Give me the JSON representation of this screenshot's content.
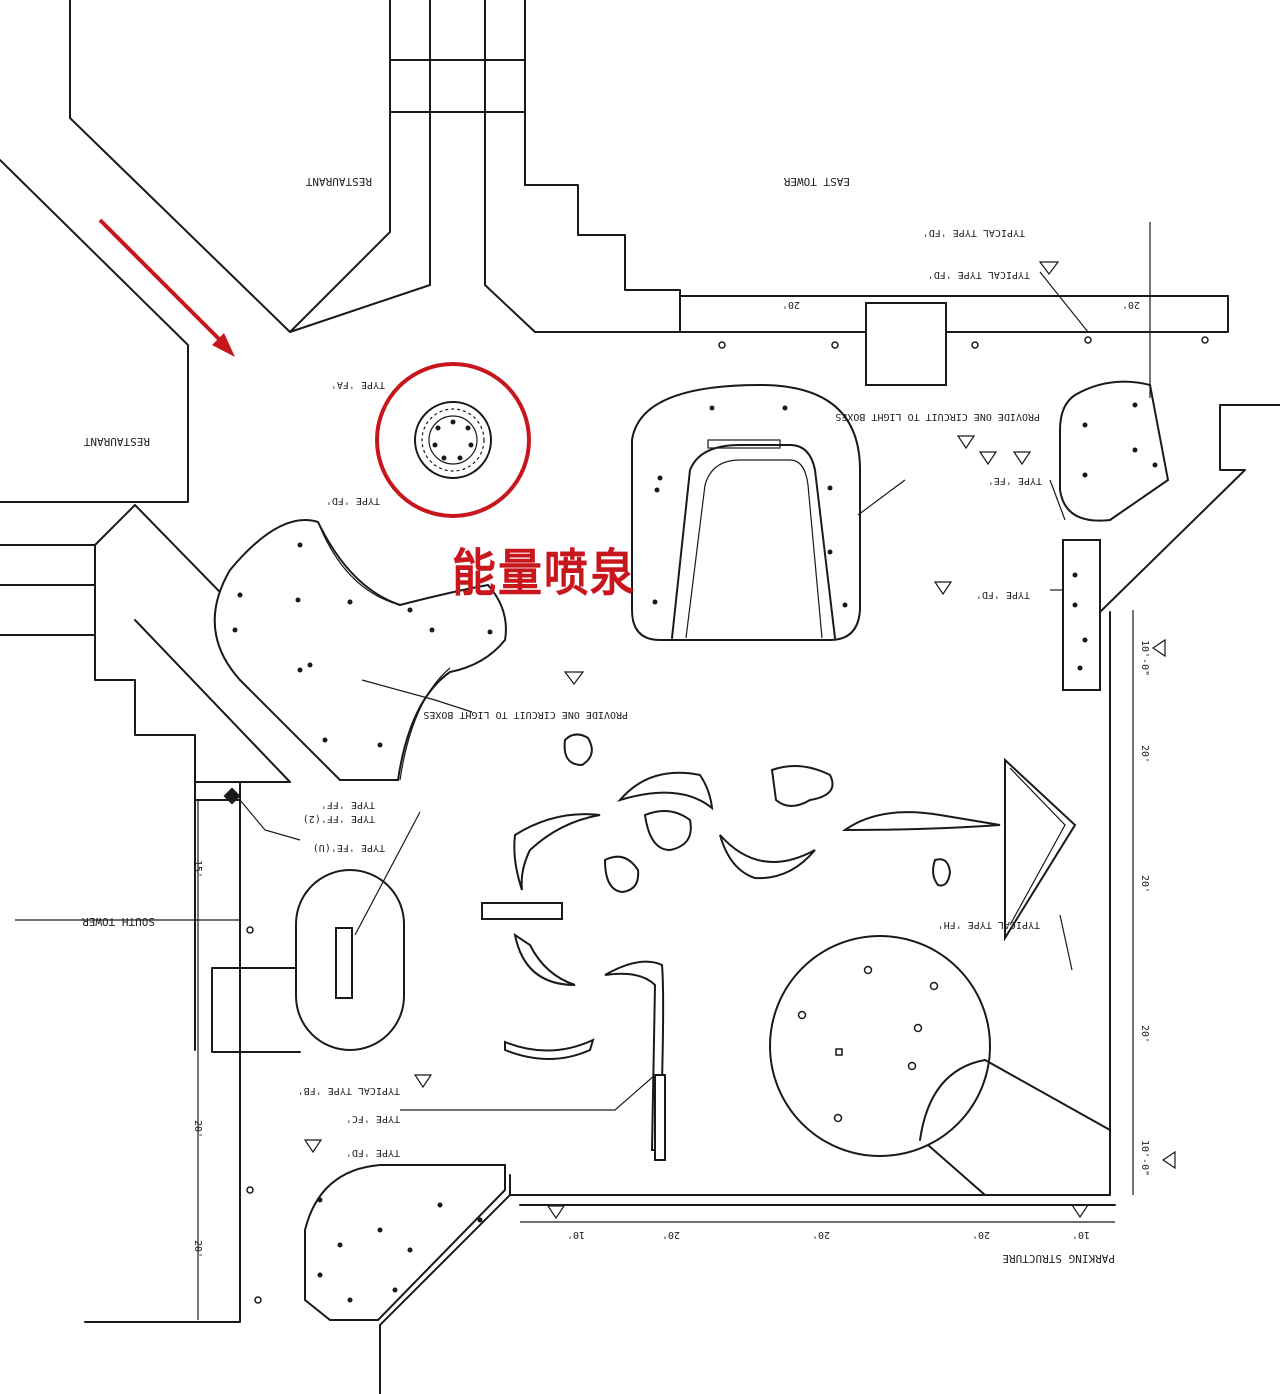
{
  "annotation": {
    "label": "能量喷泉",
    "color": "#c8161d"
  },
  "labels": {
    "restaurant_top": "RESTAURANT",
    "restaurant_left": "RESTAURANT",
    "east_tower": "EAST TOWER",
    "south_tower": "SOUTH TOWER",
    "parking_structure": "PARKING STRUCTURE",
    "typical_type_fd": "TYPICAL TYPE 'FD'",
    "typical_type_fb": "TYPICAL TYPE 'FB'",
    "typical_type_fh": "TYPICAL TYPE 'FH'",
    "type_fa": "TYPE 'FA'",
    "type_fd": "TYPE 'FD'",
    "type_fd_2": "TYPE 'FD'",
    "type_fe": "TYPE 'FE'",
    "type_fc": "TYPE 'FC'",
    "type_ff": "TYPE 'FF'",
    "type_ff_2": "TYPE 'FF'(2)",
    "type_fe_u": "TYPE 'FE'(U)",
    "type_fd_3": "TYPE 'FD'",
    "circuit_note_1": "PROVIDE ONE CIRCUIT TO LIGHT BOXES",
    "circuit_note_2": "PROVIDE ONE CIRCUIT TO LIGHT BOXES"
  },
  "dimensions": {
    "d1": "10'-0\"",
    "d2": "20'",
    "d3": "20'",
    "d4": "20'",
    "d5": "20'",
    "d6": "10'-0\"",
    "d7": "20'",
    "d8": "20'",
    "d9": "20'",
    "d10": "20'",
    "d11": "15'",
    "d12": "10'",
    "d13": "20'",
    "d14": "20'",
    "d15": "10'"
  },
  "colors": {
    "line": "#1a1a1a",
    "highlight": "#c8161d",
    "background": "#ffffff"
  }
}
